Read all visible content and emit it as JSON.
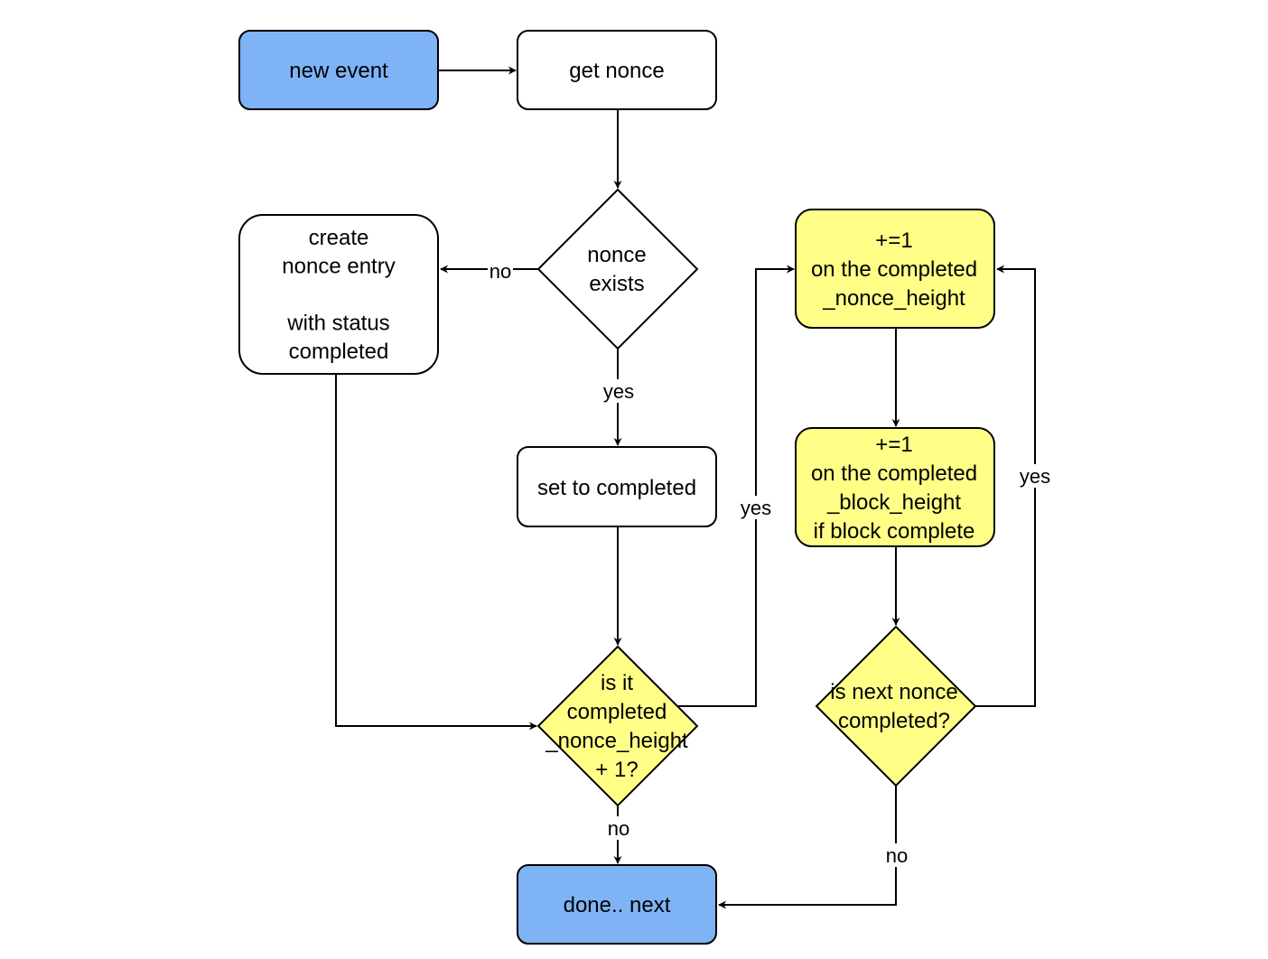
{
  "colors": {
    "blue": "#7EB3F6",
    "yellow": "#FFFF88",
    "white": "#FFFFFF",
    "stroke": "#000000"
  },
  "nodes": {
    "new_event": {
      "lines": [
        "new event"
      ]
    },
    "get_nonce": {
      "lines": [
        "get nonce"
      ]
    },
    "nonce_exists": {
      "lines": [
        "nonce",
        "exists"
      ]
    },
    "create_nonce_entry": {
      "lines": [
        "create",
        "nonce entry",
        "",
        "with status",
        "completed"
      ]
    },
    "set_to_completed": {
      "lines": [
        "set to completed"
      ]
    },
    "is_it_completed": {
      "lines": [
        "is it",
        "completed",
        "_nonce_height",
        "+ 1?"
      ]
    },
    "inc_nonce_height": {
      "lines": [
        "+=1",
        "on the completed",
        "_nonce_height"
      ]
    },
    "inc_block_height": {
      "lines": [
        "+=1",
        "on the completed",
        "_block_height",
        "if block complete"
      ]
    },
    "is_next_nonce_completed": {
      "lines": [
        "is next nonce",
        "completed?"
      ]
    },
    "done_next": {
      "lines": [
        "done.. next"
      ]
    }
  },
  "edge_labels": {
    "no_create": "no",
    "yes_set": "yes",
    "yes_inc_nonce": "yes",
    "yes_loop": "yes",
    "no_done_left": "no",
    "no_done_right": "no"
  }
}
